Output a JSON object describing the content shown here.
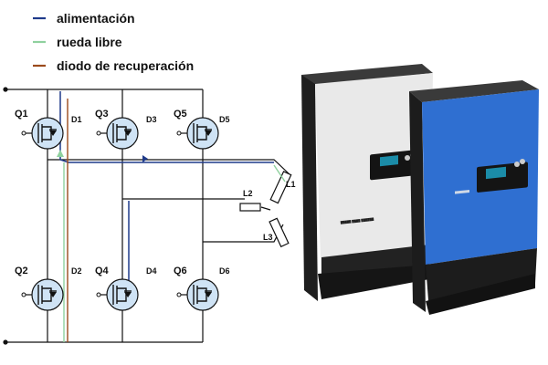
{
  "legend": [
    {
      "label": "alimentación",
      "color": "#1f3a8a"
    },
    {
      "label": "rueda libre",
      "color": "#8fd19e"
    },
    {
      "label": "diodo de recuperación",
      "color": "#9b4a1c"
    }
  ],
  "circuit": {
    "transistors": [
      {
        "label": "Q1",
        "diode": "D1"
      },
      {
        "label": "Q3",
        "diode": "D3"
      },
      {
        "label": "Q5",
        "diode": "D5"
      },
      {
        "label": "Q2",
        "diode": "D2"
      },
      {
        "label": "Q4",
        "diode": "D4"
      },
      {
        "label": "Q6",
        "diode": "D6"
      }
    ],
    "loads": [
      "L1",
      "L2",
      "L3"
    ]
  },
  "colors": {
    "fet_fill": "#cfe3f5",
    "unit_white": "#e9e9e9",
    "unit_blue": "#2f6fd1",
    "unit_dark": "#1c1c1c"
  },
  "icons": [
    "mosfet-icon",
    "diode-icon",
    "inductor-icon",
    "inverter-product-image"
  ]
}
